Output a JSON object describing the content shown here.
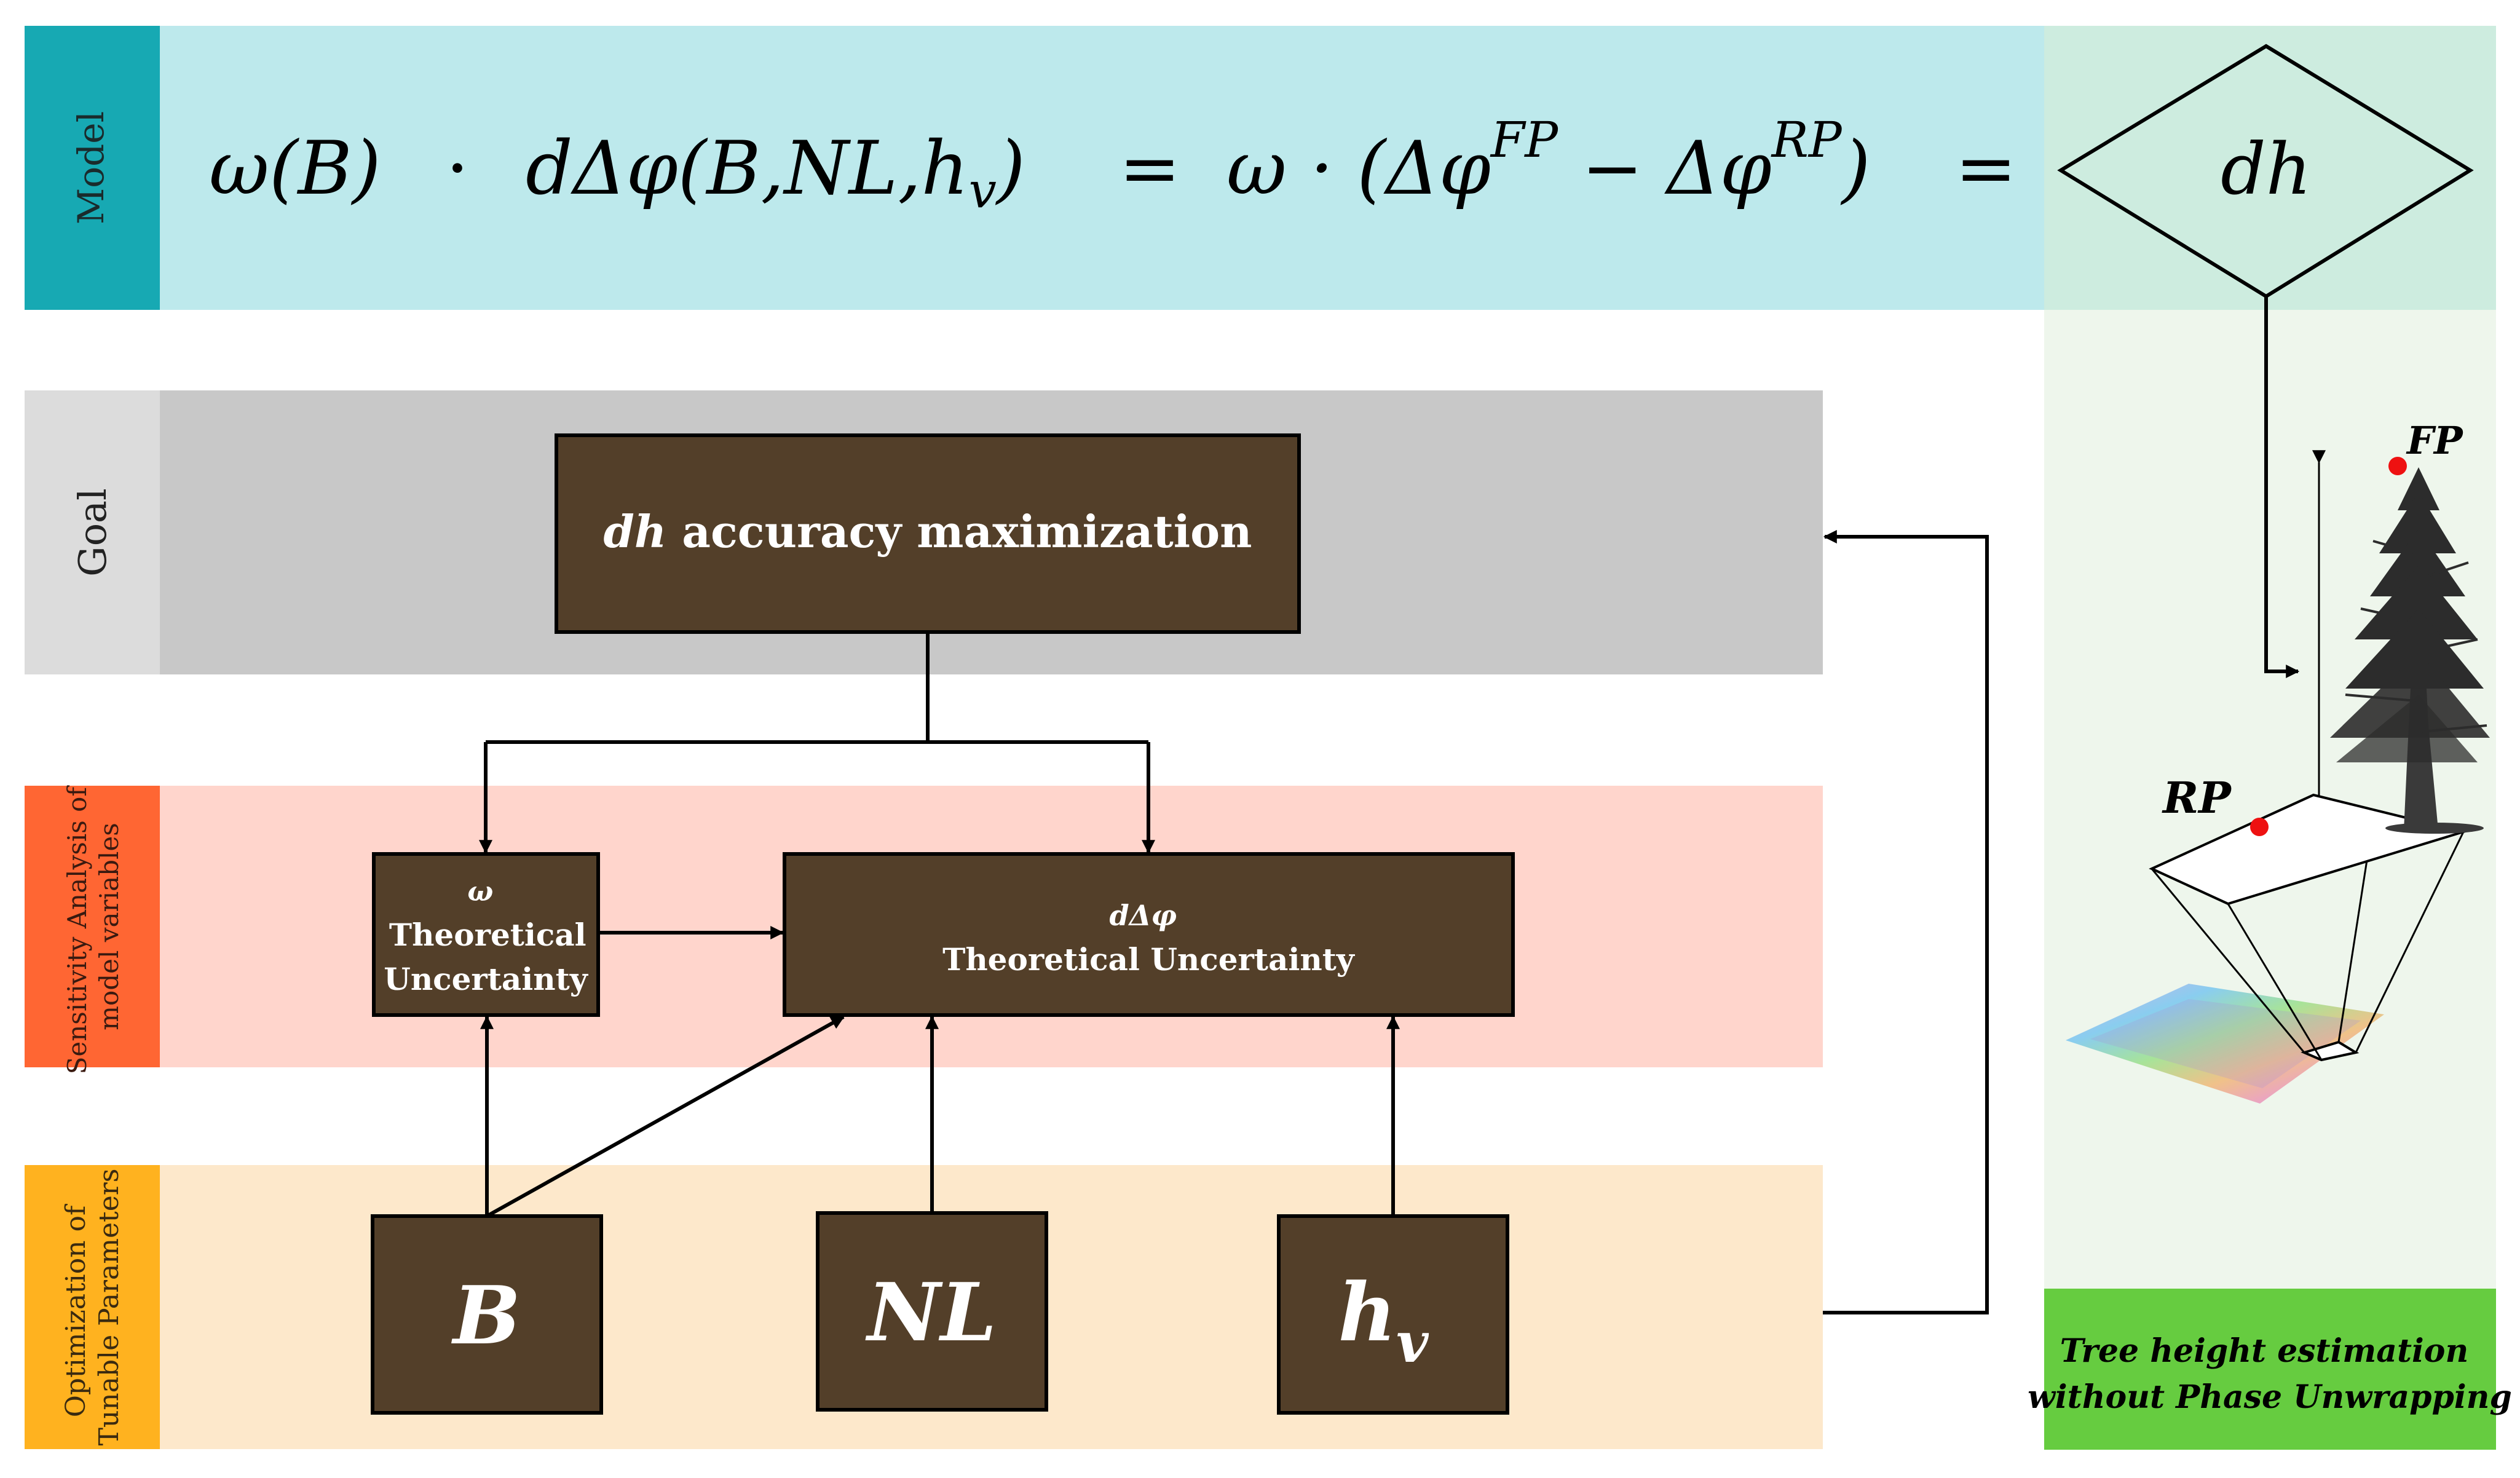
{
  "model": {
    "label": "Model",
    "equation": {
      "lhs_omega": "ω(B)",
      "dot": "·",
      "lhs_dphi": "dΔφ(B,NL,h",
      "lhs_dphi_sub": "v",
      "lhs_dphi_close": ")",
      "eq1": "=",
      "rhs_start": "ω · (Δφ",
      "rhs_fp": "FP",
      "rhs_minus": " − Δφ",
      "rhs_rp": "RP",
      "rhs_close": ")",
      "eq2": "=",
      "result": "dh"
    }
  },
  "goal": {
    "label": "Goal",
    "box_italic": "dh",
    "box_text": " accuracy maximization"
  },
  "sensitivity": {
    "label_line1": "Sensitivity Analysis of",
    "label_line2": "model variables",
    "omega_symbol": "ω",
    "omega_line1": "Theoretical",
    "omega_line2": "Uncertainty",
    "dphi_symbol": "dΔφ",
    "dphi_line1": "Theoretical Uncertainty"
  },
  "optimization": {
    "label_line1": "Optimization of",
    "label_line2": "Tunable Parameters",
    "param_b": "B",
    "param_nl": "NL",
    "param_hv": "h",
    "param_hv_sub": "v"
  },
  "illustration": {
    "fp_label": "FP",
    "rp_label": "RP",
    "caption_line1": "Tree height estimation",
    "caption_line2": "without Phase Unwrapping"
  },
  "colors": {
    "model_tab": "#17a9b3",
    "model_band": "#bde9ec",
    "right_panel_top": "#cdecdf",
    "right_panel": "#eef6ec",
    "goal_tab": "#dcdcdc",
    "goal_band": "#c8c8c8",
    "sens_tab": "#ff6633",
    "sens_band": "#ffd5cc",
    "opt_tab": "#ffb21f",
    "opt_band": "#fde8cb",
    "box_fill": "#533f29",
    "caption_band": "#66cc40",
    "marker_red": "#ee1111"
  }
}
